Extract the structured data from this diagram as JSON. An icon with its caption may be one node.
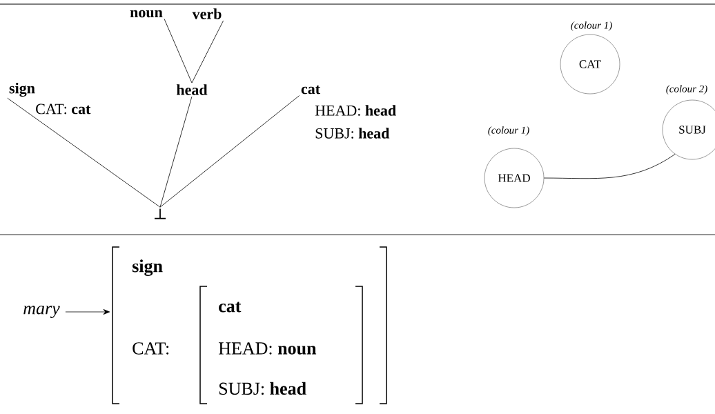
{
  "diagram": {
    "nodes": [
      {
        "text": [
          "noun"
        ]
      },
      {
        "text": [
          "verb"
        ]
      },
      {
        "text": [
          "head"
        ]
      },
      {
        "text": [
          "sign"
        ],
        "beside": [
          "CAT: **cat**"
        ]
      },
      {
        "text": [
          "cat"
        ],
        "beside": [
          "HEAD: **head**",
          "SUBJ: **head**"
        ]
      },
      {
        "text": [
          "⊥"
        ]
      },
      {
        "text": [
          "CAT"
        ],
        "beside": [
          "(colour 1)"
        ]
      },
      {
        "text": [
          "SUBJ"
        ],
        "beside": [
          "(colour 2)"
        ]
      },
      {
        "text": [
          "HEAD"
        ],
        "beside": [
          "(colour 1)"
        ]
      },
      {
        "text": [
          "mary"
        ]
      },
      {
        "text": [
          "sign",
          "CAT:"
        ]
      },
      {
        "text": [
          "cat",
          "HEAD: **noun**",
          "SUBJ: **head**"
        ],
        "in": 10
      }
    ],
    "edges": [
      {
        "from": 0,
        "to": 2,
        "arrow": "none"
      },
      {
        "from": 1,
        "to": 2,
        "arrow": "none"
      },
      {
        "from": 3,
        "to": 5,
        "arrow": "none"
      },
      {
        "from": 2,
        "to": 5,
        "arrow": "none"
      },
      {
        "from": 4,
        "to": 5,
        "arrow": "none"
      },
      {
        "from": 8,
        "to": 7,
        "arrow": "none"
      },
      {
        "from": 9,
        "to": 10,
        "arrow": "to"
      }
    ]
  }
}
